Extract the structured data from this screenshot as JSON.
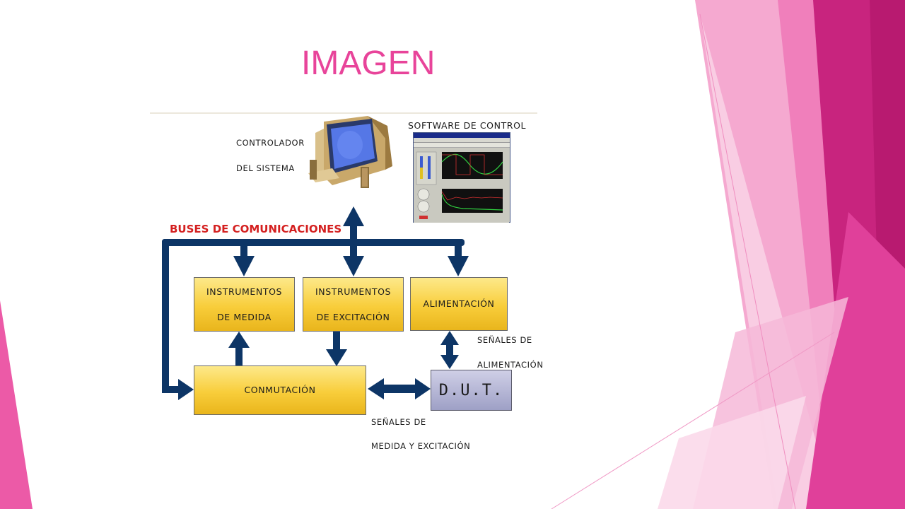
{
  "title": "IMAGEN",
  "diagram": {
    "controller": {
      "line1": "CONTROLADOR",
      "line2": "DEL SISTEMA"
    },
    "software_label": "SOFTWARE DE CONTROL",
    "buses_label": "BUSES DE COMUNICACIONES",
    "boxes": {
      "medida": {
        "line1": "INSTRUMENTOS",
        "line2": "DE MEDIDA"
      },
      "excitacion": {
        "line1": "INSTRUMENTOS",
        "line2": "DE EXCITACIÓN"
      },
      "alimentacion": "ALIMENTACIÓN",
      "conmutacion": "CONMUTACIÓN",
      "dut": "D.U.T."
    },
    "signals_power": {
      "line1": "SEÑALES DE",
      "line2": "ALIMENTACIÓN"
    },
    "signals_measure": {
      "line1": "SEÑALES DE",
      "line2": "MEDIDA Y EXCITACIÓN"
    }
  },
  "colors": {
    "title": "#e8449a",
    "arrow": "#0d3566",
    "buses_label": "#d42020",
    "box_fill": "#f8cd3a",
    "dut_fill": "#a6a8cc",
    "accent_pink": "#e0409a",
    "accent_magenta": "#c01f78"
  }
}
